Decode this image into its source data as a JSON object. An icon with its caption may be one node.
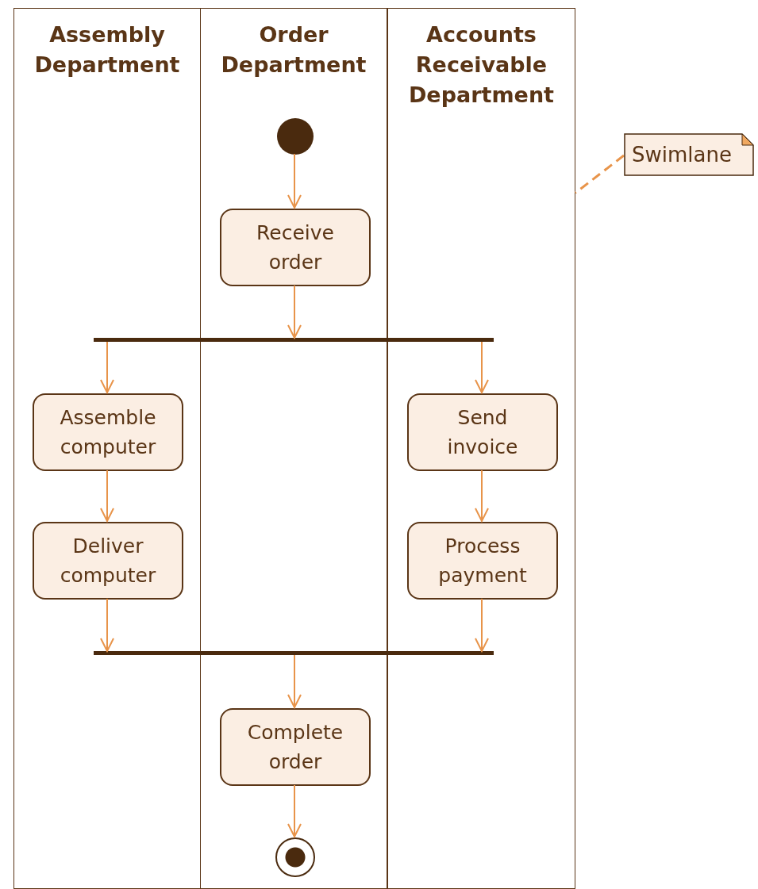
{
  "diagram": {
    "nodes": [
      {
        "text": [
          "Assembly Department"
        ]
      },
      {
        "text": [
          "Order Department"
        ]
      },
      {
        "text": [
          "Accounts Receivable Department"
        ]
      },
      {
        "text": [],
        "shape": "circle",
        "in": 1
      },
      {
        "text": [
          "Receive order"
        ],
        "in": 1
      },
      {
        "text": [],
        "shape": "bar"
      },
      {
        "text": [
          "Assemble computer"
        ],
        "in": 0
      },
      {
        "text": [
          "Deliver computer"
        ],
        "in": 0
      },
      {
        "text": [
          "Send invoice"
        ],
        "in": 2
      },
      {
        "text": [
          "Process payment"
        ],
        "in": 2
      },
      {
        "text": [],
        "shape": "bar"
      },
      {
        "text": [
          "Complete order"
        ],
        "in": 1
      },
      {
        "text": [],
        "shape": "circle",
        "in": 1
      },
      {
        "text": [
          "Swimlane"
        ]
      }
    ],
    "edges": [
      {
        "from": 3,
        "to": 4,
        "arrow": "to"
      },
      {
        "from": 4,
        "to": 5,
        "arrow": "to"
      },
      {
        "from": 5,
        "to": 6,
        "arrow": "to"
      },
      {
        "from": 5,
        "to": 8,
        "arrow": "to"
      },
      {
        "from": 6,
        "to": 7,
        "arrow": "to"
      },
      {
        "from": 8,
        "to": 9,
        "arrow": "to"
      },
      {
        "from": 7,
        "to": 10,
        "arrow": "to"
      },
      {
        "from": 9,
        "to": 10,
        "arrow": "to"
      },
      {
        "from": 10,
        "to": 11,
        "arrow": "to"
      },
      {
        "from": 11,
        "to": 12,
        "arrow": "to"
      },
      {
        "from": 13,
        "to": 2,
        "arrow": "none",
        "style": "dashed"
      }
    ]
  }
}
